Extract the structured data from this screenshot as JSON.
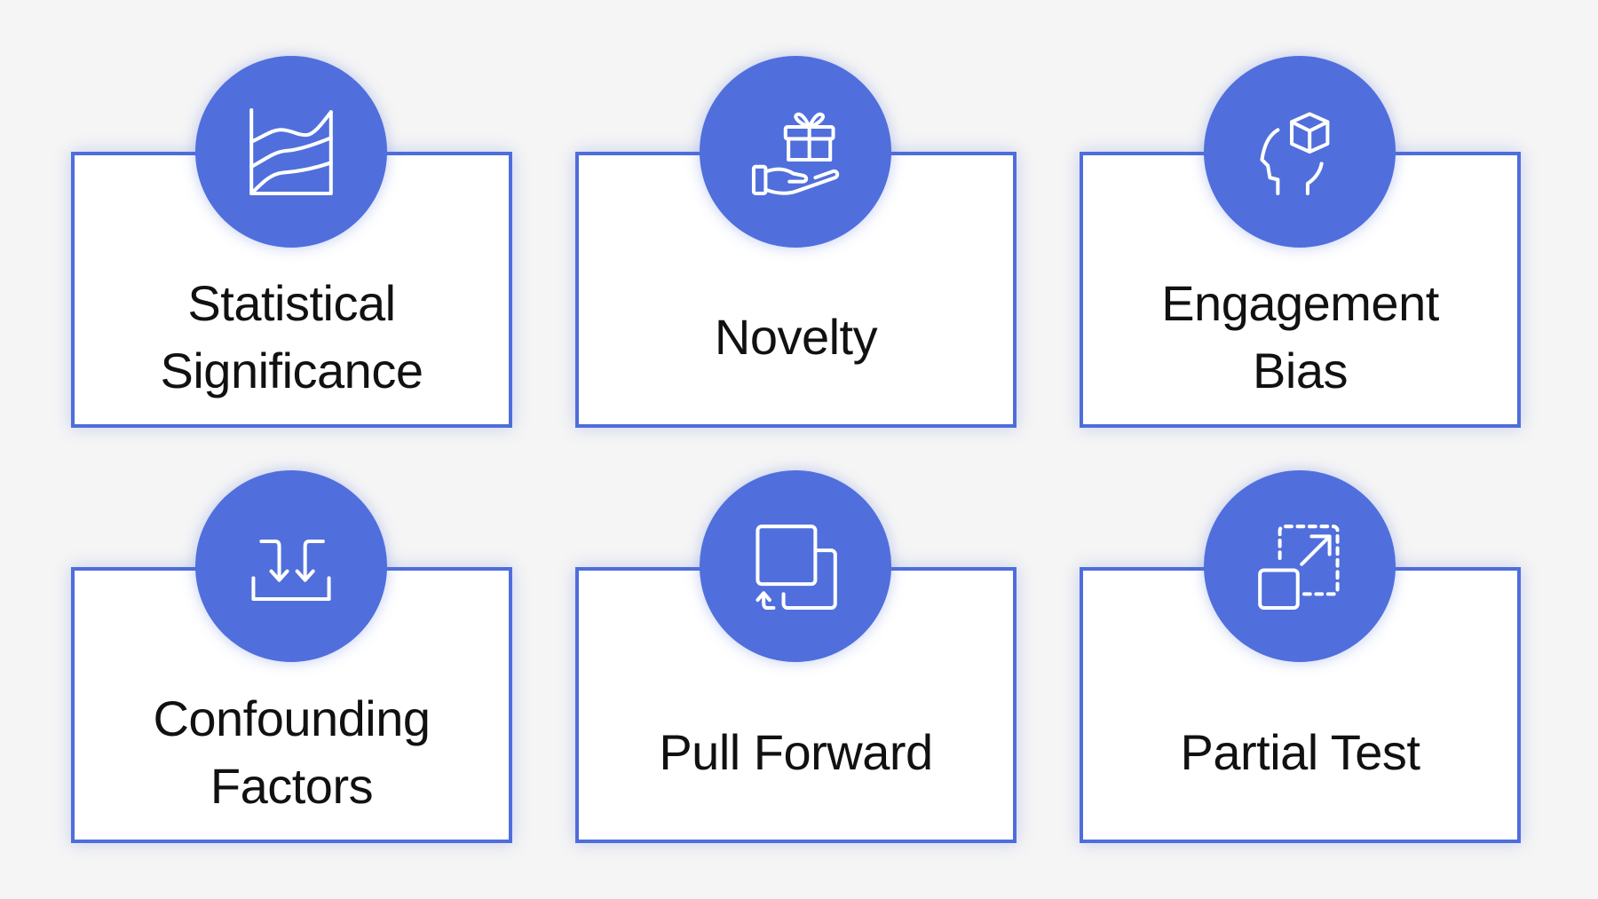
{
  "diagram": {
    "colors": {
      "background": "#f5f5f5",
      "accent": "#506fdc",
      "card_border": "#4f6ddb",
      "card_fill": "#ffffff",
      "text": "#111111"
    },
    "cards": [
      {
        "icon": "stacked-area-chart-icon",
        "lines": [
          "Statistical",
          "Significance"
        ]
      },
      {
        "icon": "gift-in-hand-icon",
        "lines": [
          "Novelty"
        ]
      },
      {
        "icon": "head-with-cube-icon",
        "lines": [
          "Engagement",
          "Bias"
        ]
      },
      {
        "icon": "merge-arrows-into-tray-icon",
        "lines": [
          "Confounding",
          "Factors"
        ]
      },
      {
        "icon": "overlapping-squares-arrow-icon",
        "lines": [
          "Pull Forward"
        ]
      },
      {
        "icon": "scale-up-square-icon",
        "lines": [
          "Partial Test"
        ]
      }
    ]
  }
}
